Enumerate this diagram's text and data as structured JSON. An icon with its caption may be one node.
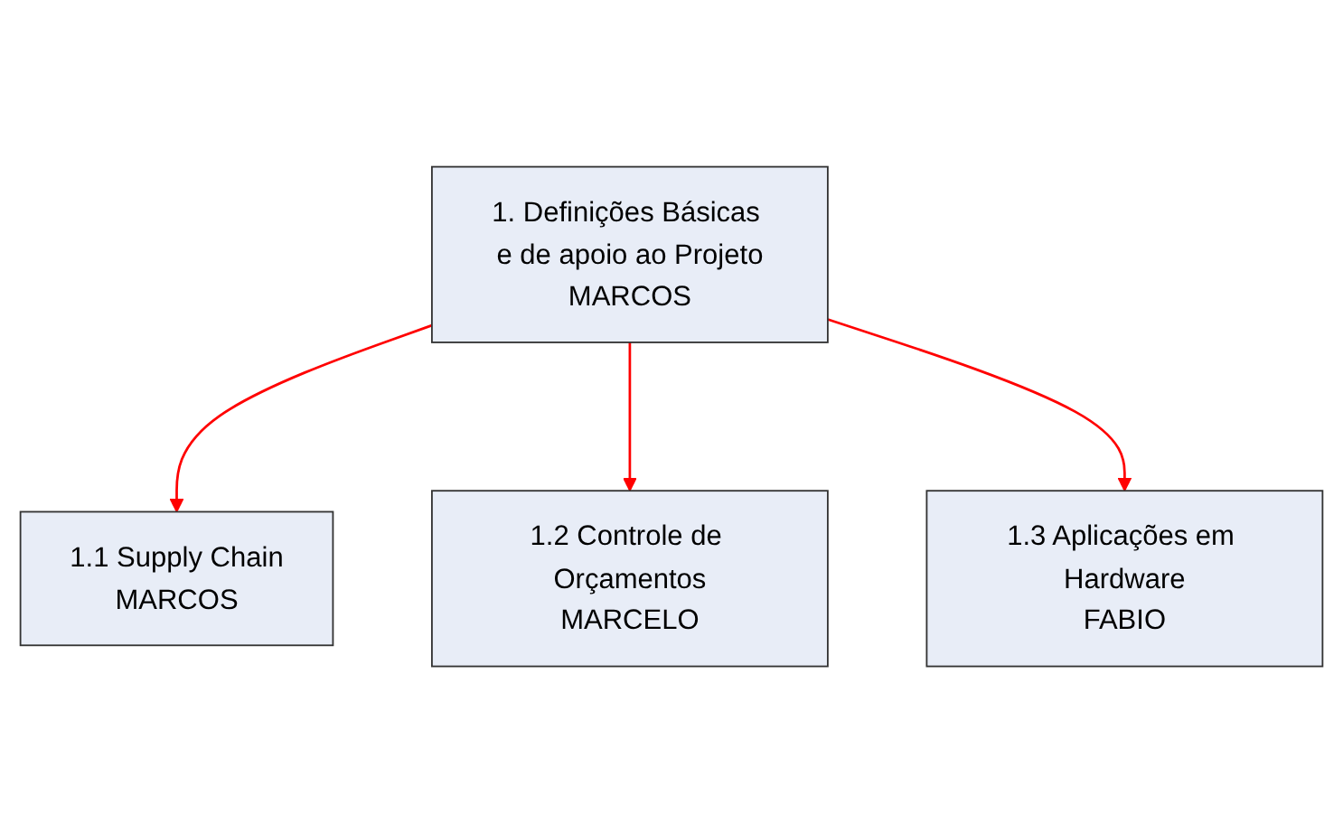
{
  "diagram": {
    "nodes": [
      {
        "text": [
          "1. Definições Básicas e de apoio ao Projeto",
          "MARCOS"
        ]
      },
      {
        "text": [
          "1.1 Supply Chain",
          "MARCOS"
        ]
      },
      {
        "text": [
          "1.2 Controle de Orçamentos",
          "MARCELO"
        ]
      },
      {
        "text": [
          "1.3 Aplicações em Hardware",
          "FABIO"
        ]
      }
    ],
    "edges": [
      {
        "from": 0,
        "to": 1,
        "arrow": "to"
      },
      {
        "from": 0,
        "to": 2,
        "arrow": "to"
      },
      {
        "from": 0,
        "to": 3,
        "arrow": "to"
      }
    ]
  }
}
